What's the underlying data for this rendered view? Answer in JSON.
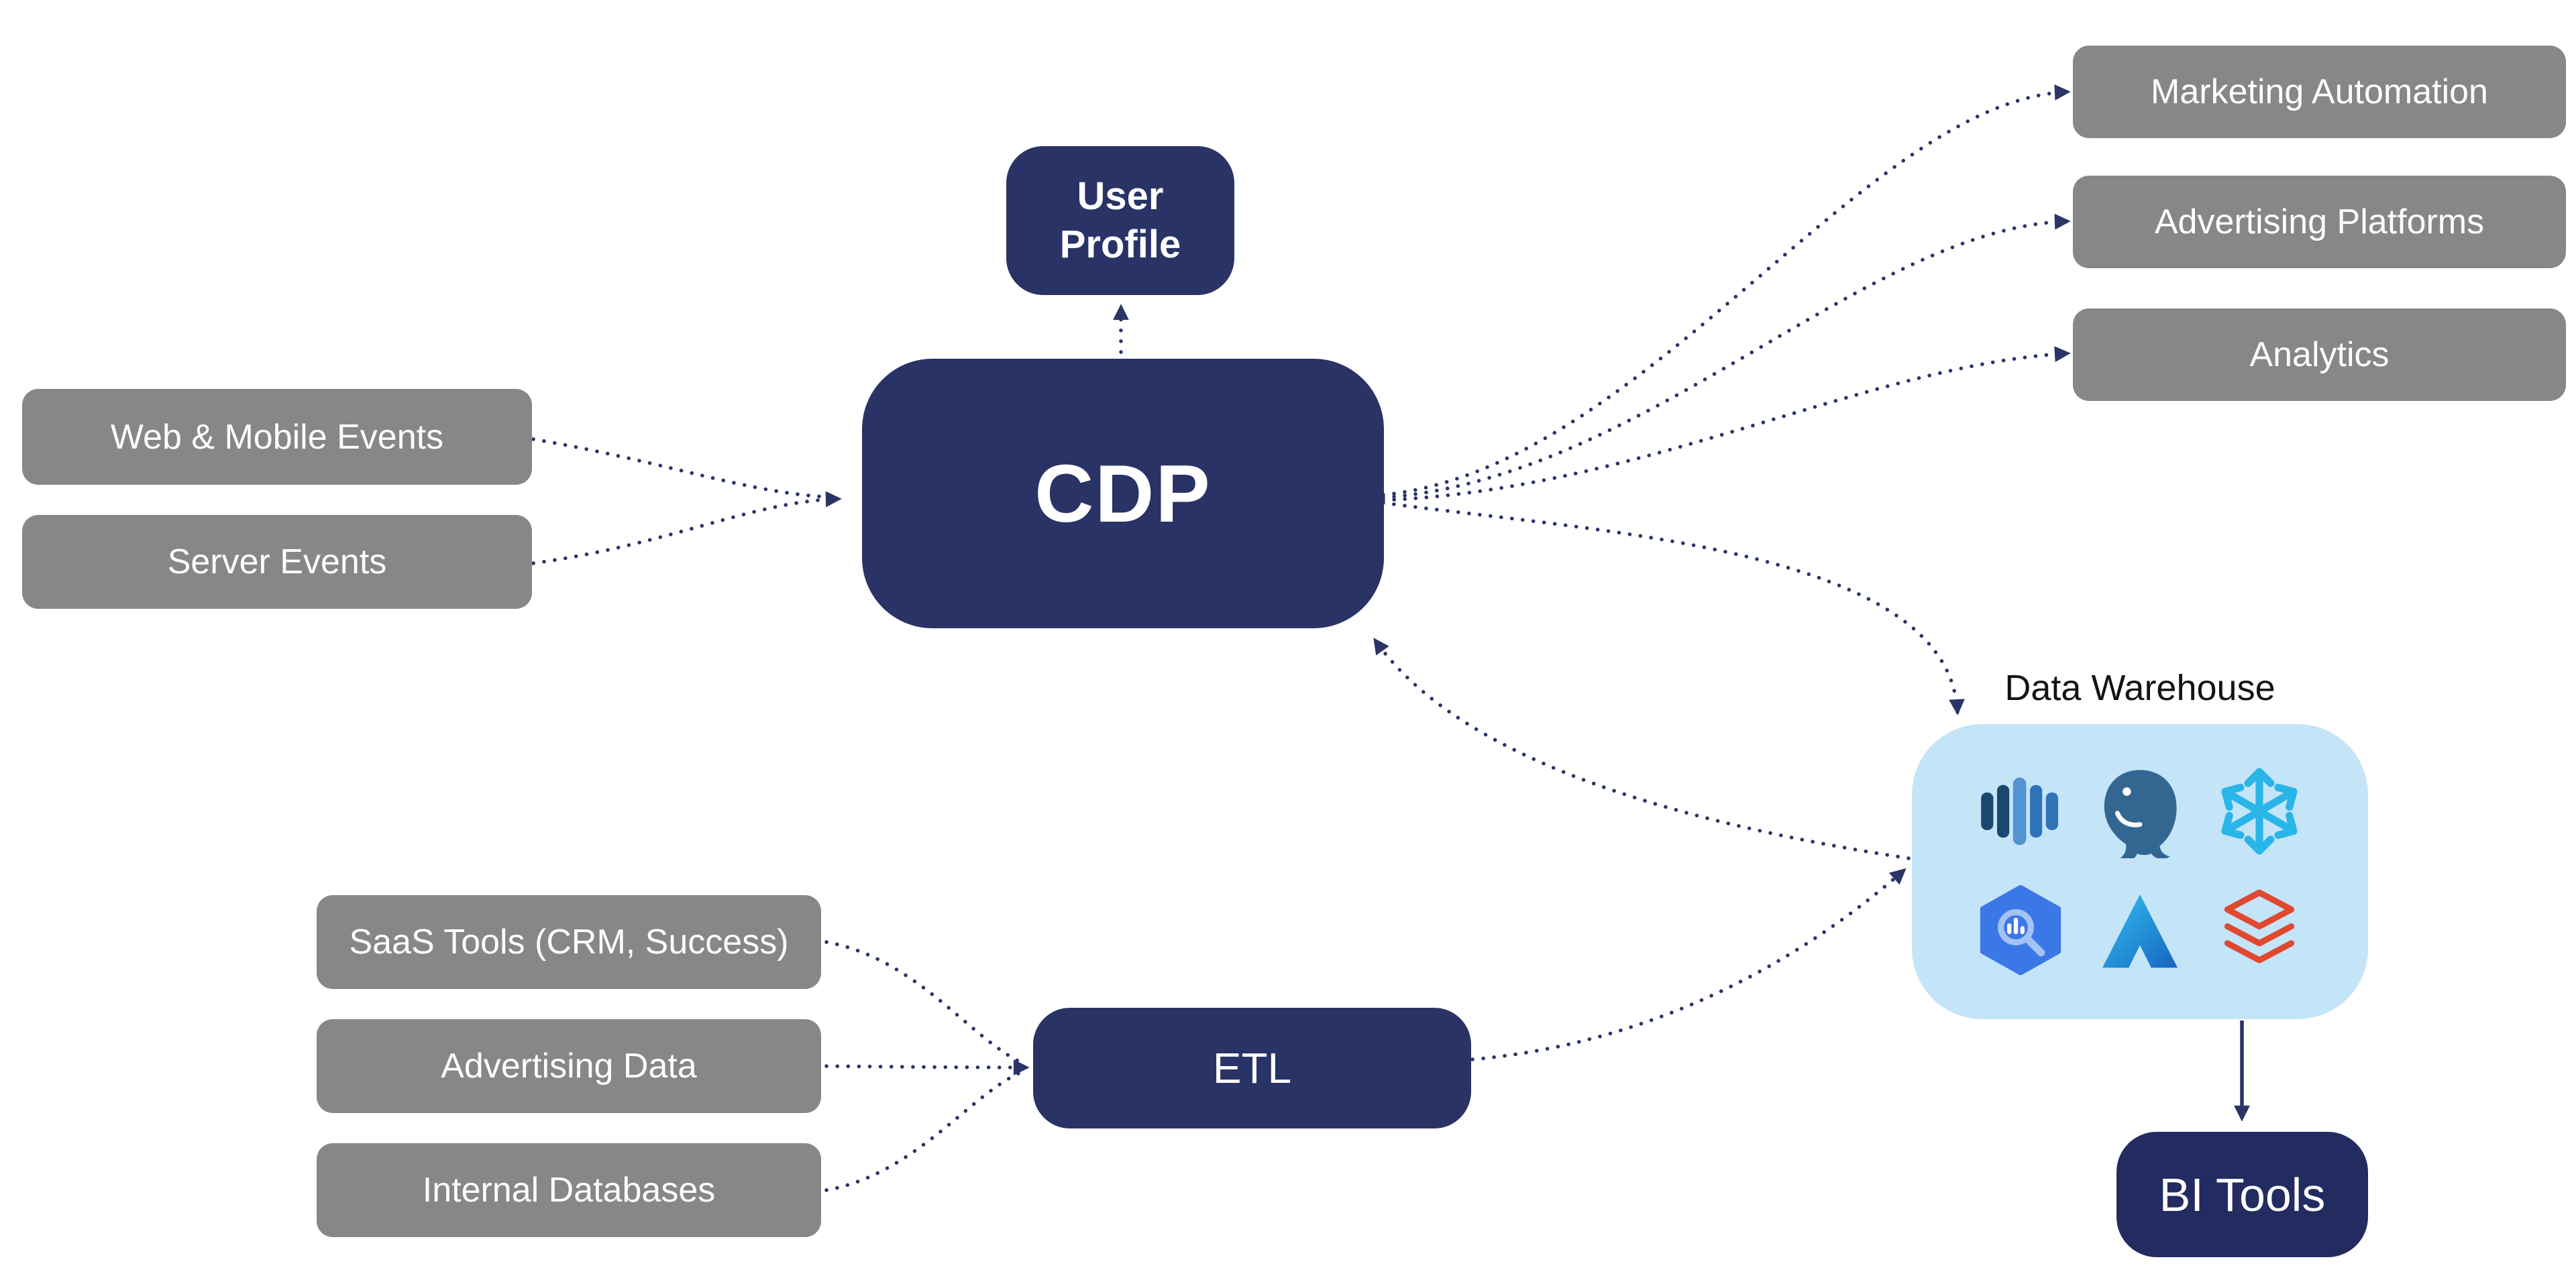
{
  "diagram": {
    "colors": {
      "navy_box": "#2a3365",
      "bi_tools_box": "#232c60",
      "gray_box": "#878787",
      "warehouse_box": "#c4e4f8",
      "arrow": "#2b3467",
      "box_text": "#ffffff",
      "warehouse_label_text": "#141414",
      "snowflake_blue": "#29b5e8",
      "databricks_red": "#e0482f",
      "bigquery_blue": "#3b78e7",
      "postgres_blue": "#336791"
    },
    "nodes": {
      "web_mobile_events": {
        "label": "Web & Mobile Events"
      },
      "server_events": {
        "label": "Server Events"
      },
      "user_profile": {
        "label": "User Profile"
      },
      "cdp": {
        "label": "CDP"
      },
      "marketing_automation": {
        "label": "Marketing Automation"
      },
      "advertising_platforms": {
        "label": "Advertising Platforms"
      },
      "analytics": {
        "label": "Analytics"
      },
      "saas_tools": {
        "label": "SaaS Tools (CRM, Success)"
      },
      "advertising_data": {
        "label": "Advertising Data"
      },
      "internal_databases": {
        "label": "Internal Databases"
      },
      "etl": {
        "label": "ETL"
      },
      "data_warehouse": {
        "label": "Data Warehouse"
      },
      "bi_tools": {
        "label": "BI Tools"
      }
    },
    "warehouse_icons": [
      "redshift",
      "postgresql",
      "snowflake",
      "bigquery",
      "azure",
      "databricks"
    ],
    "edges": [
      {
        "from": "web_mobile_events",
        "to": "cdp",
        "style": "dotted"
      },
      {
        "from": "server_events",
        "to": "cdp",
        "style": "dotted"
      },
      {
        "from": "cdp",
        "to": "user_profile",
        "style": "dotted"
      },
      {
        "from": "cdp",
        "to": "marketing_automation",
        "style": "dotted"
      },
      {
        "from": "cdp",
        "to": "advertising_platforms",
        "style": "dotted"
      },
      {
        "from": "cdp",
        "to": "analytics",
        "style": "dotted"
      },
      {
        "from": "cdp",
        "to": "data_warehouse",
        "style": "dotted"
      },
      {
        "from": "data_warehouse",
        "to": "cdp",
        "style": "dotted"
      },
      {
        "from": "saas_tools",
        "to": "etl",
        "style": "dotted"
      },
      {
        "from": "advertising_data",
        "to": "etl",
        "style": "dotted"
      },
      {
        "from": "internal_databases",
        "to": "etl",
        "style": "dotted"
      },
      {
        "from": "etl",
        "to": "data_warehouse",
        "style": "dotted"
      },
      {
        "from": "data_warehouse",
        "to": "bi_tools",
        "style": "solid"
      }
    ]
  }
}
